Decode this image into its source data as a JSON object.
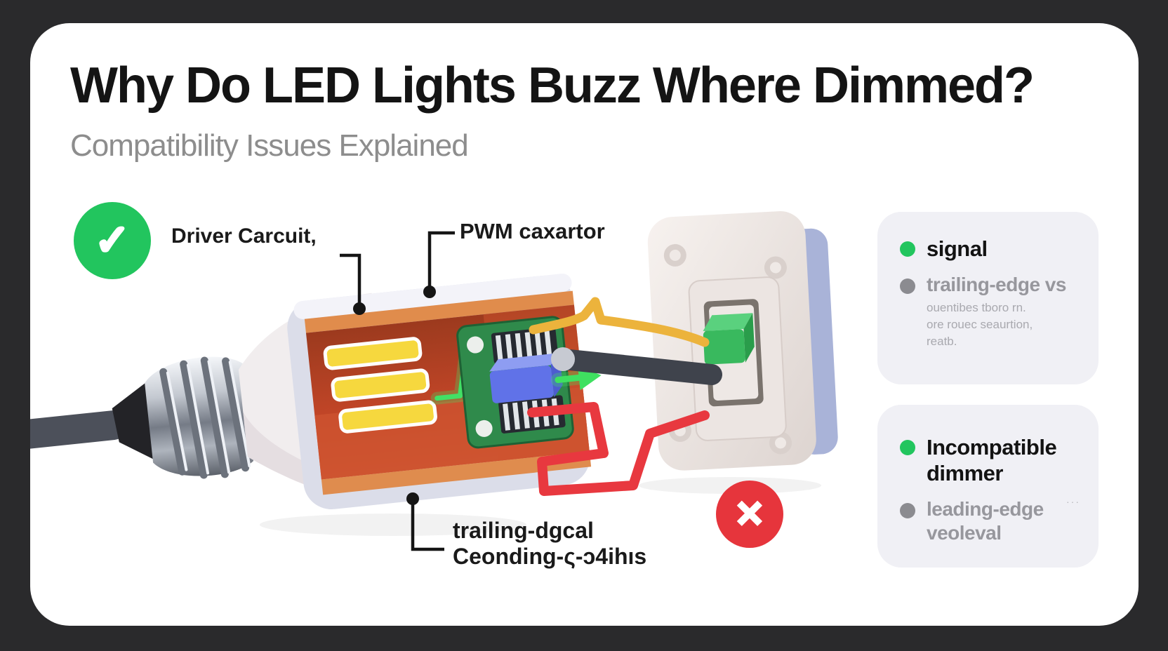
{
  "header": {
    "title": "Why Do LED Lights Buzz Where Dimmed?",
    "subtitle": "Compatibility Issues Explained"
  },
  "callouts": {
    "driver": "Driver Carcuit,",
    "pwm": "PWM caxartor",
    "bottom_line1": "trailing-dgcal",
    "bottom_line2": "Ceonding-ς-ɔ4ihıs"
  },
  "panels": [
    {
      "id": "signal-comparison",
      "items": [
        {
          "bullet": "green",
          "title": "signal"
        },
        {
          "bullet": "gray",
          "title": "trailing-edge vs",
          "lines": [
            "ouentibes tboro rn.",
            "ore rouec seaurtion,",
            "reatb."
          ]
        }
      ]
    },
    {
      "id": "incompatible-dimmer",
      "items": [
        {
          "bullet": "green",
          "title": "Incompatible dimmer"
        },
        {
          "bullet": "gray",
          "title": "leading-edge veoleval",
          "note": "···"
        }
      ]
    }
  ],
  "status_icons": {
    "compatible_check": "✓",
    "incompatible_cross": "✕"
  },
  "colors": {
    "frame": "#2a2a2c",
    "card": "#ffffff",
    "success_green": "#22c55e",
    "error_red": "#e6353c",
    "panel_bg": "#f0f0f5",
    "muted_text": "#97979d",
    "wire_yellow": "#ecb33c",
    "wire_red": "#e8383f",
    "pcb_green": "#2f8a4b",
    "chip_blue": "#6072e8",
    "signal_green": "#42e065"
  }
}
